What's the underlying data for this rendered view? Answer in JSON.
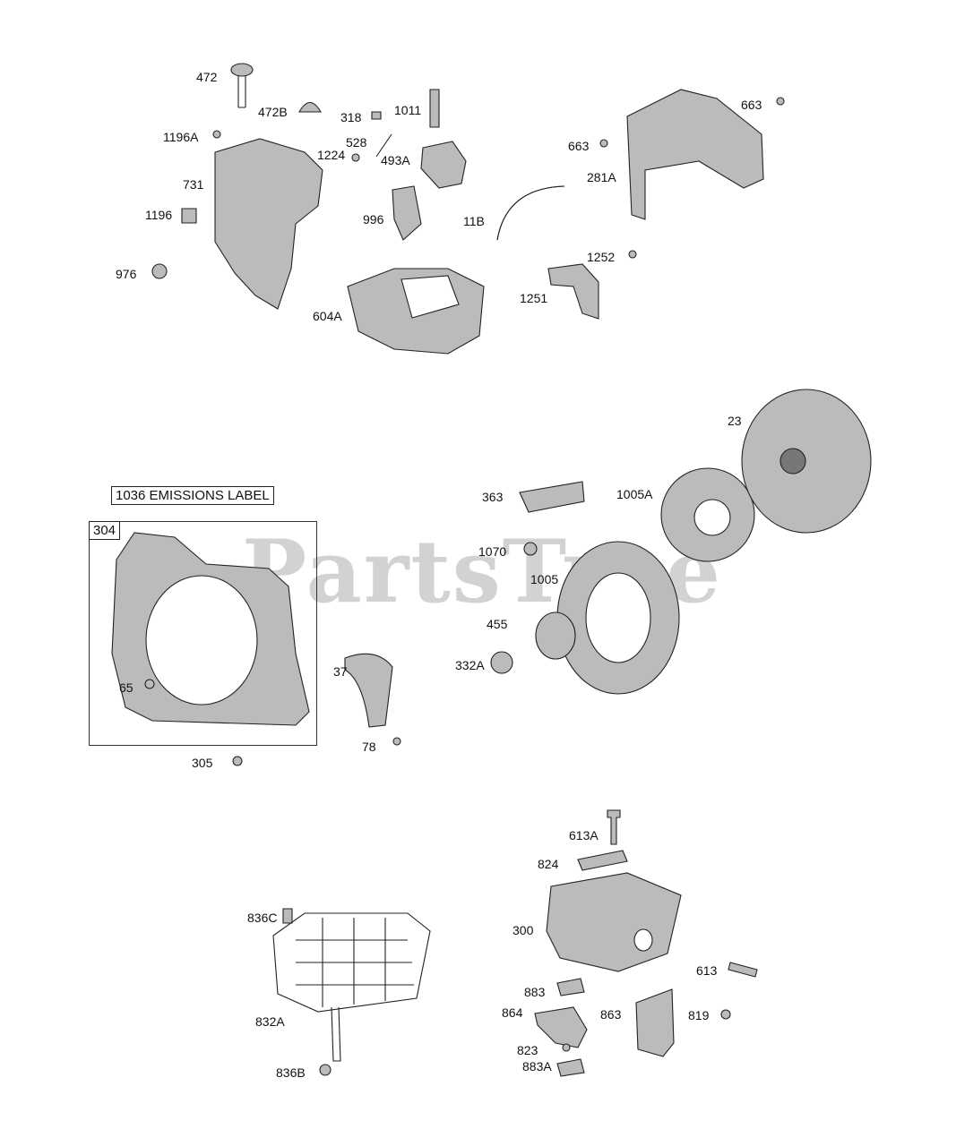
{
  "watermark": "PartsTree",
  "box_labels": {
    "emissions": "1036 EMISSIONS LABEL",
    "shroud": "304"
  },
  "part_labels": [
    "472",
    "472B",
    "318",
    "1011",
    "1196A",
    "528",
    "1224",
    "493A",
    "663",
    "663",
    "731",
    "281A",
    "996",
    "11B",
    "1196",
    "976",
    "1252",
    "1251",
    "604A",
    "23",
    "363",
    "1005A",
    "1070",
    "1005",
    "455",
    "332A",
    "37",
    "65",
    "78",
    "305",
    "613A",
    "824",
    "836C",
    "300",
    "613",
    "883",
    "864",
    "863",
    "819",
    "832A",
    "823",
    "883A",
    "836B"
  ]
}
